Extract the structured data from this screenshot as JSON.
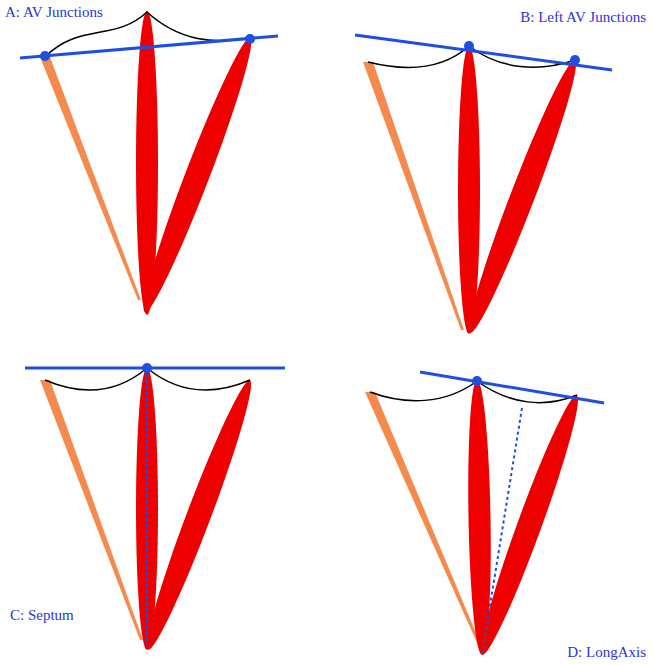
{
  "diagram": {
    "labels": [
      "A: AV Junctions",
      "B: Left AV Junctions",
      "C: Septum",
      "D: LongAxis"
    ]
  }
}
